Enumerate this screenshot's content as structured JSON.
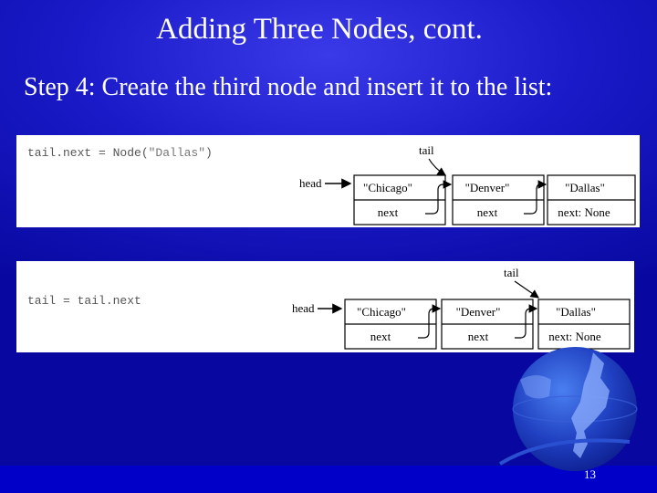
{
  "slide": {
    "title": "Adding Three Nodes, cont.",
    "step": "Step 4: Create the third node and insert it to the list:",
    "page_number": "13"
  },
  "panels": [
    {
      "code_prefix": "tail.next = Node(",
      "code_string": "\"Dallas\"",
      "code_suffix": ")",
      "head_label": "head",
      "tail_label": "tail",
      "nodes": [
        {
          "value": "\"Chicago\"",
          "next": "next"
        },
        {
          "value": "\"Denver\"",
          "next": "next"
        },
        {
          "value": "\"Dallas\"",
          "next": "next: None"
        }
      ]
    },
    {
      "code_prefix": "tail = tail.next",
      "code_string": "",
      "code_suffix": "",
      "head_label": "head",
      "tail_label": "tail",
      "nodes": [
        {
          "value": "\"Chicago\"",
          "next": "next"
        },
        {
          "value": "\"Denver\"",
          "next": "next"
        },
        {
          "value": "\"Dallas\"",
          "next": "next: None"
        }
      ]
    }
  ]
}
